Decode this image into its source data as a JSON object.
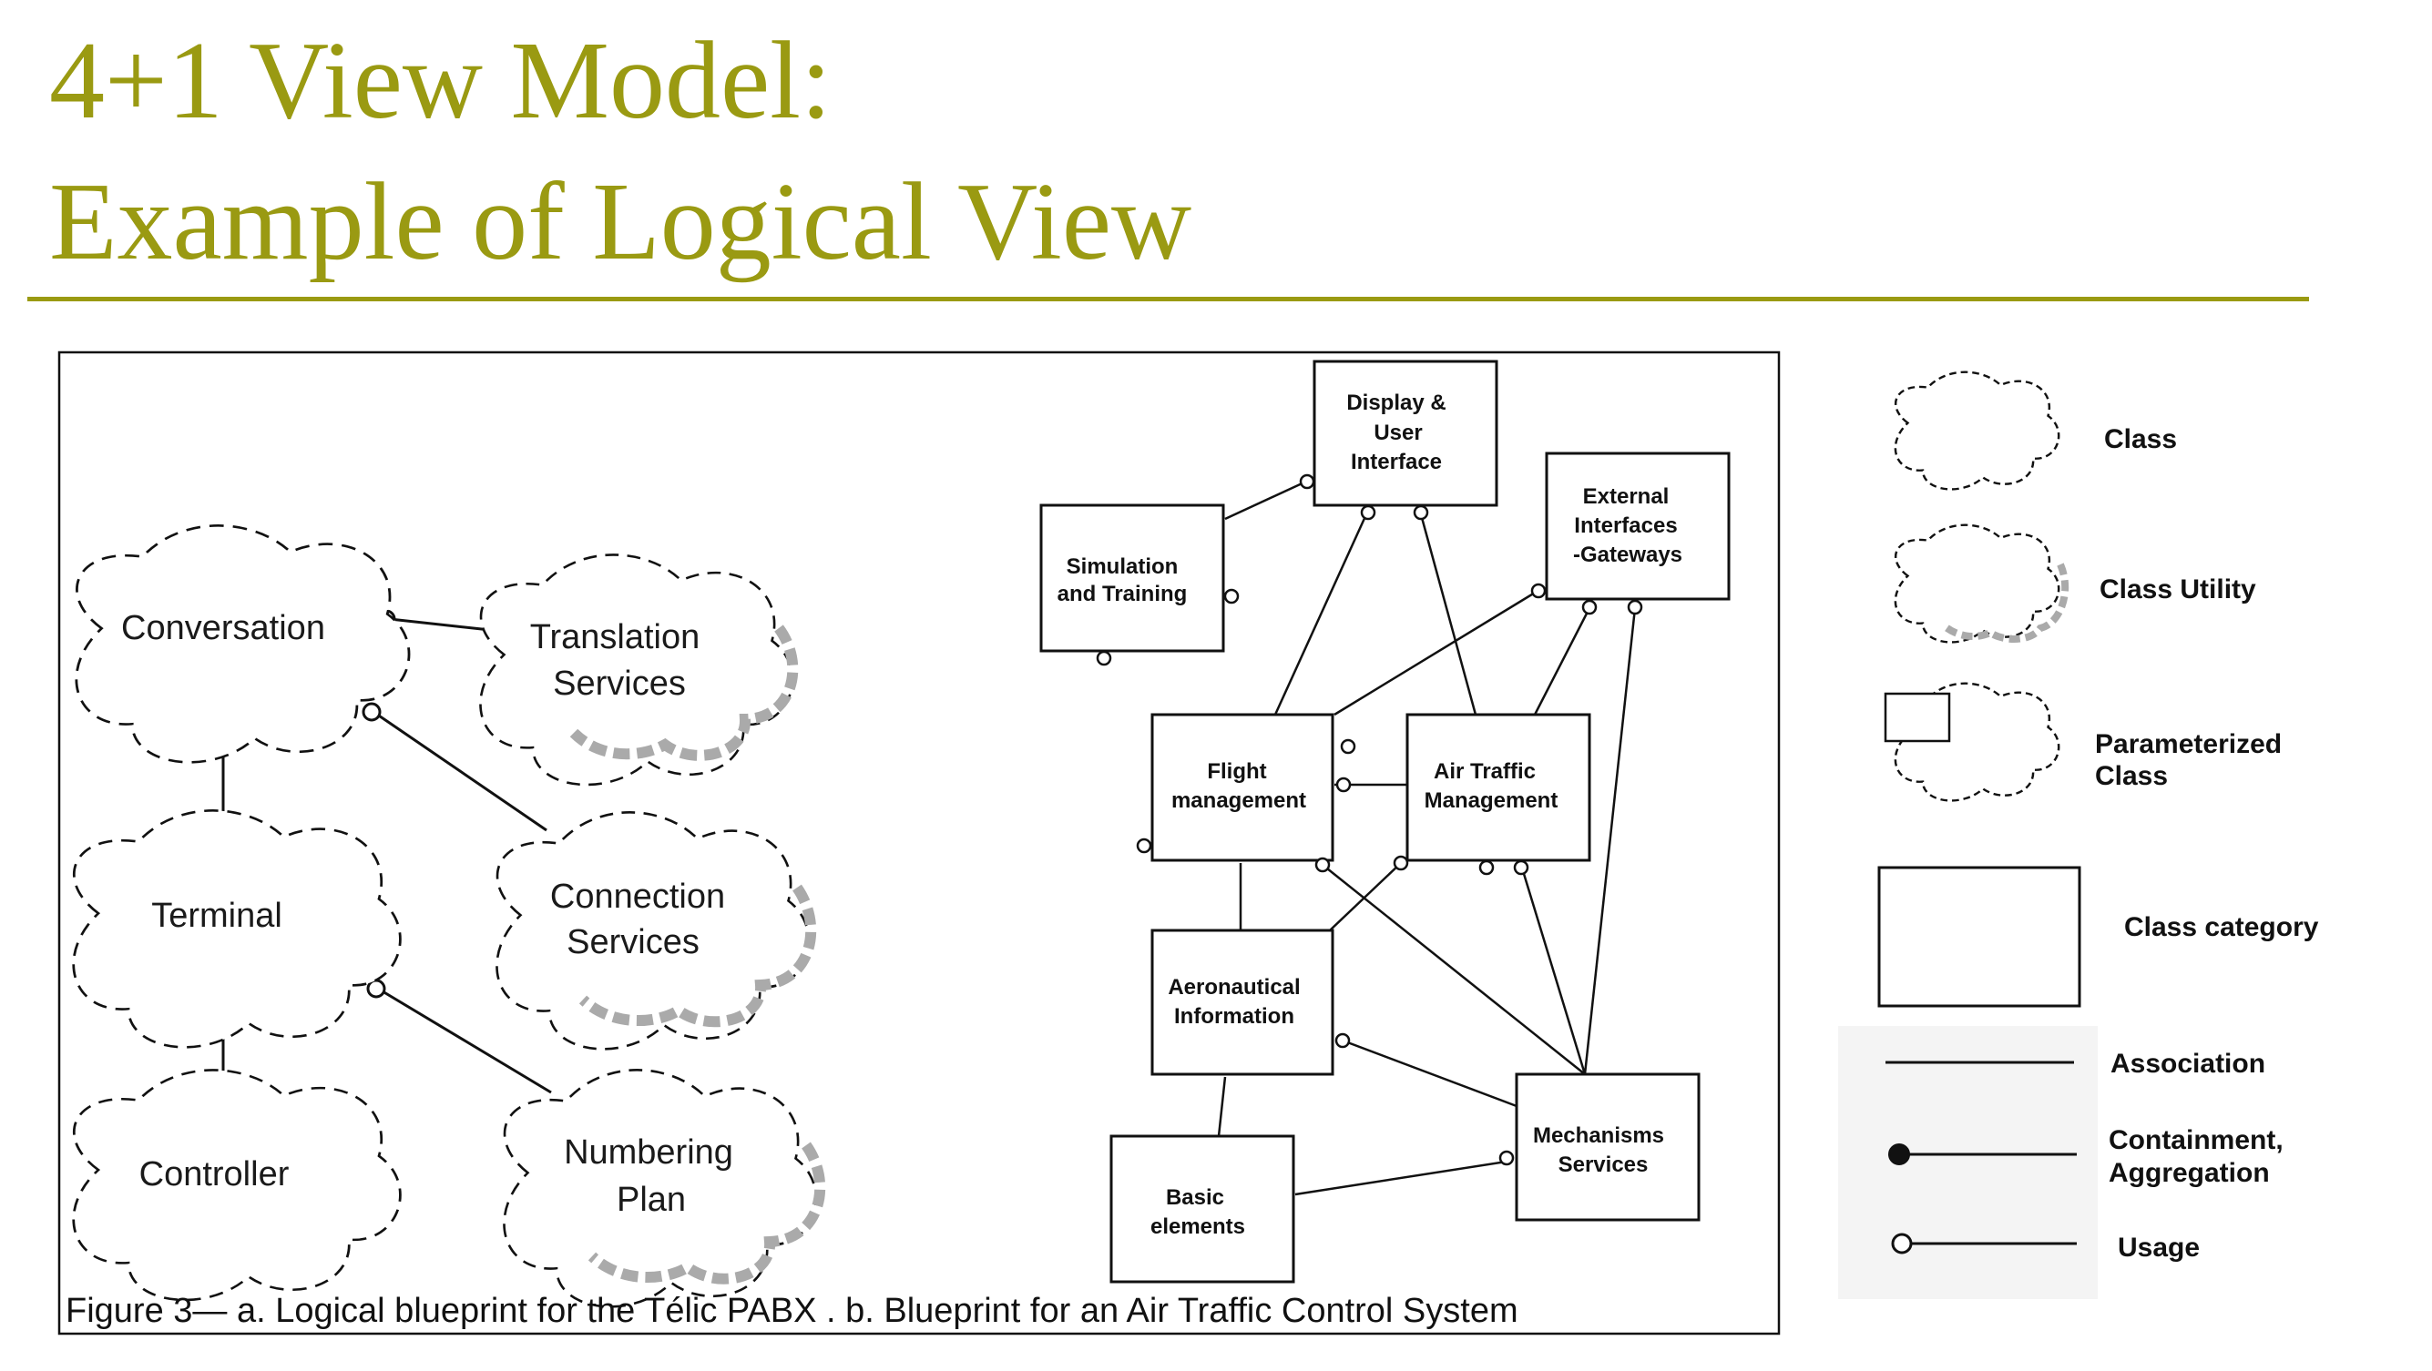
{
  "slide": {
    "title_line1": "4+1 View Model:",
    "title_line2": "Example of Logical View",
    "title_color": "#9a9a12"
  },
  "pabx": {
    "classes": {
      "conversation": "Conversation",
      "terminal": "Terminal",
      "controller": "Controller"
    },
    "utilities": {
      "translation": [
        "Translation",
        "Services"
      ],
      "connection": [
        "Connection",
        "Services"
      ],
      "numbering": [
        "Numbering",
        "Plan"
      ]
    }
  },
  "atc": {
    "display": [
      "Display &",
      "User",
      "Interface"
    ],
    "external": [
      "External",
      "Interfaces",
      "-Gateways"
    ],
    "simulation": [
      "Simulation",
      "and Training"
    ],
    "flight": [
      "Flight",
      "management"
    ],
    "traffic": [
      "Air Traffic",
      "Management"
    ],
    "aero": [
      "Aeronautical",
      "Information"
    ],
    "mechanisms": [
      "Mechanisms",
      "Services"
    ],
    "basic": [
      "Basic",
      "elements"
    ]
  },
  "legend": {
    "class": "Class",
    "class_utility": "Class Utility",
    "parameterized": [
      "Parameterized",
      "Class"
    ],
    "category": "Class category",
    "association": "Association",
    "containment": [
      "Containment,",
      "Aggregation"
    ],
    "usage": "Usage"
  },
  "caption": "Figure 3— a. Logical blueprint for the Télic PABX . b. Blueprint for an Air Traffic Control System"
}
